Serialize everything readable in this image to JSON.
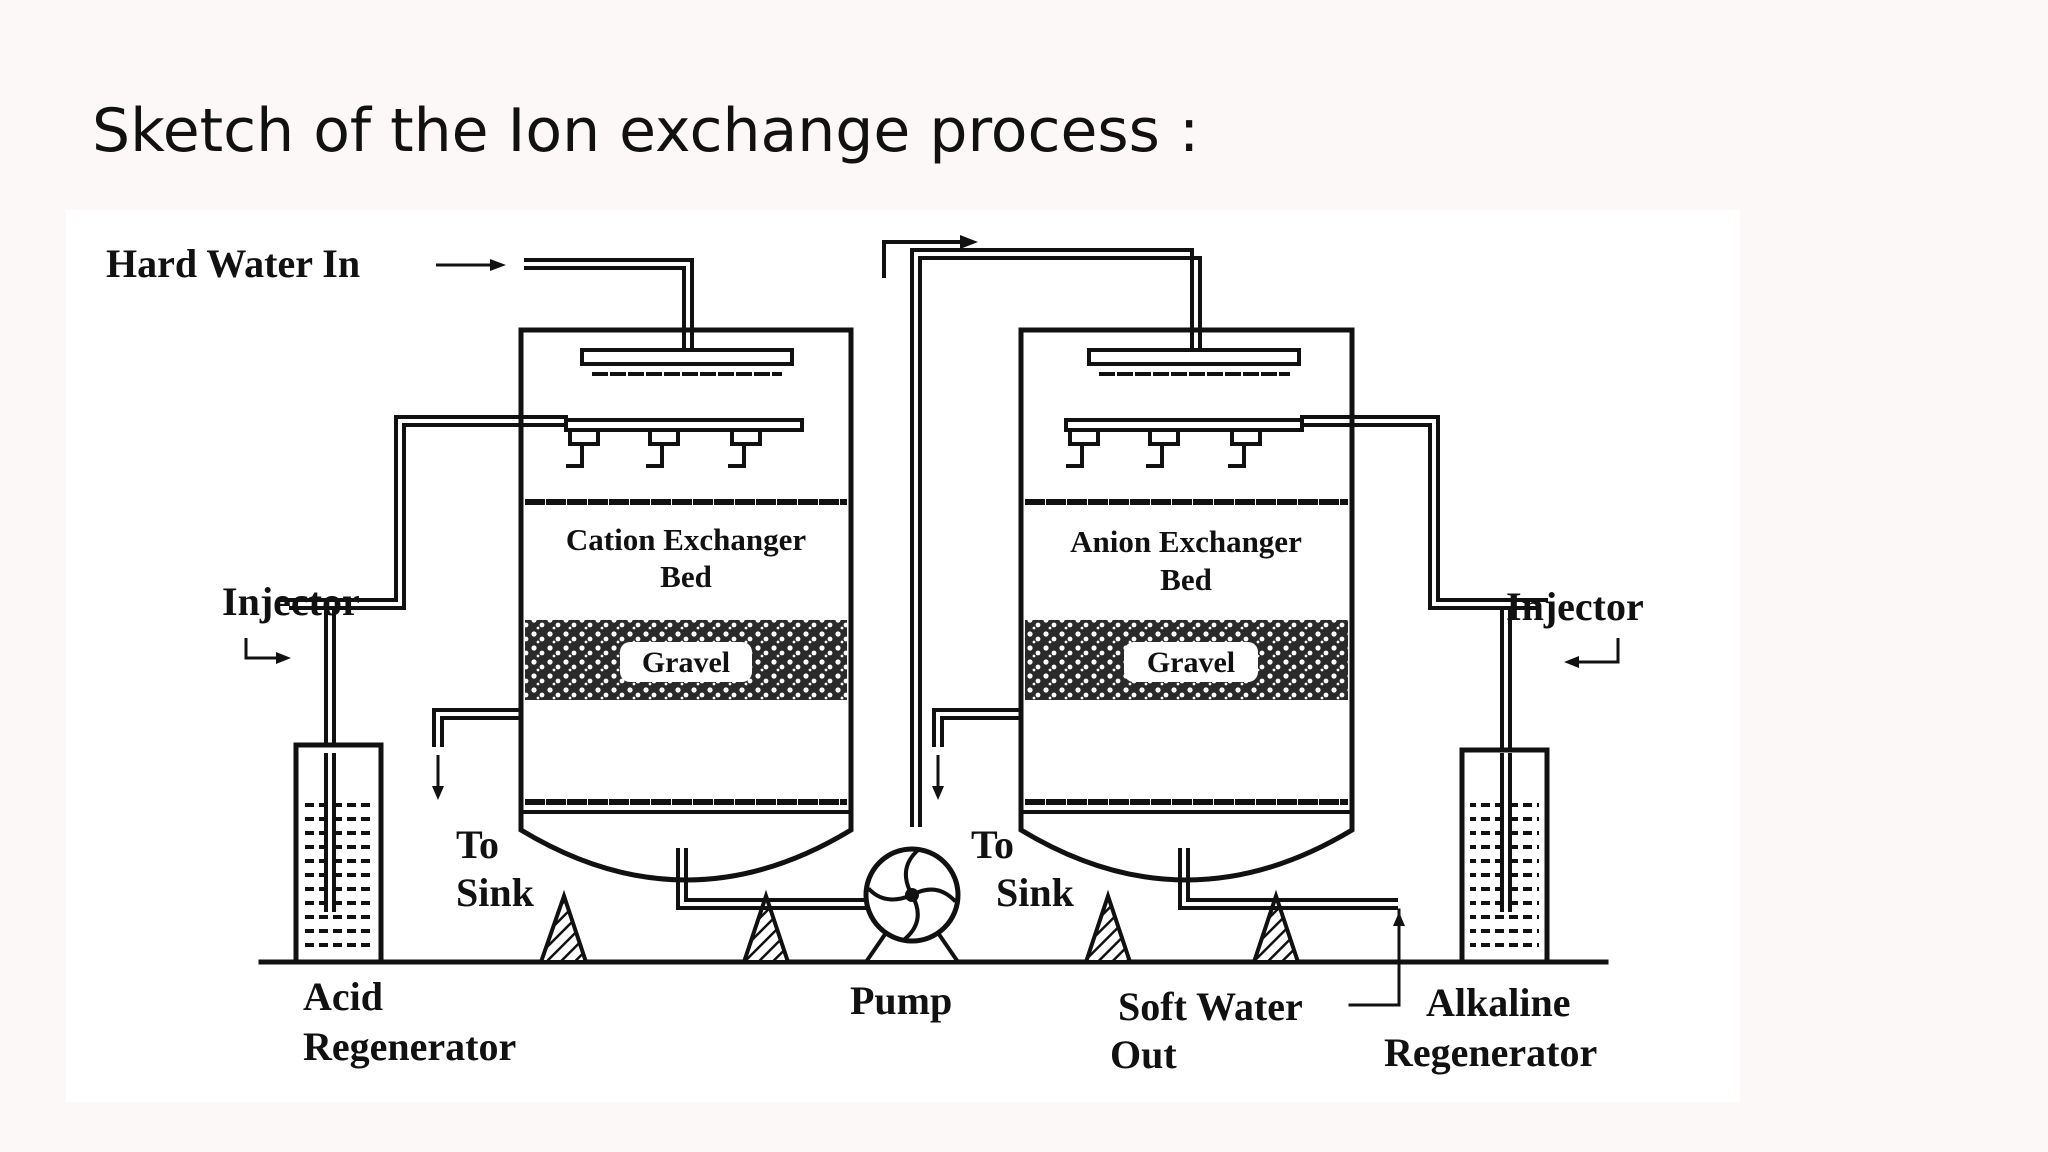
{
  "slide": {
    "title": "Sketch of the Ion exchange process :"
  },
  "diagram": {
    "labels": {
      "hard_water_in": "Hard Water In",
      "cation_bed_line1": "Cation Exchanger",
      "cation_bed_line2": "Bed",
      "anion_bed_line1": "Anion Exchanger",
      "anion_bed_line2": "Bed",
      "gravel_left": "Gravel",
      "gravel_right": "Gravel",
      "injector_left": "Injector",
      "injector_right": "Injector",
      "to_sink_left_1": "To",
      "to_sink_left_2": "Sink",
      "to_sink_right_1": "To",
      "to_sink_right_2": "Sink",
      "acid_regenerator_1": "Acid",
      "acid_regenerator_2": "Regenerator",
      "pump": "Pump",
      "soft_water_out_1": "Soft Water",
      "soft_water_out_2": "Out",
      "alkaline_regenerator_1": "Alkaline",
      "alkaline_regenerator_2": "Regenerator"
    }
  }
}
